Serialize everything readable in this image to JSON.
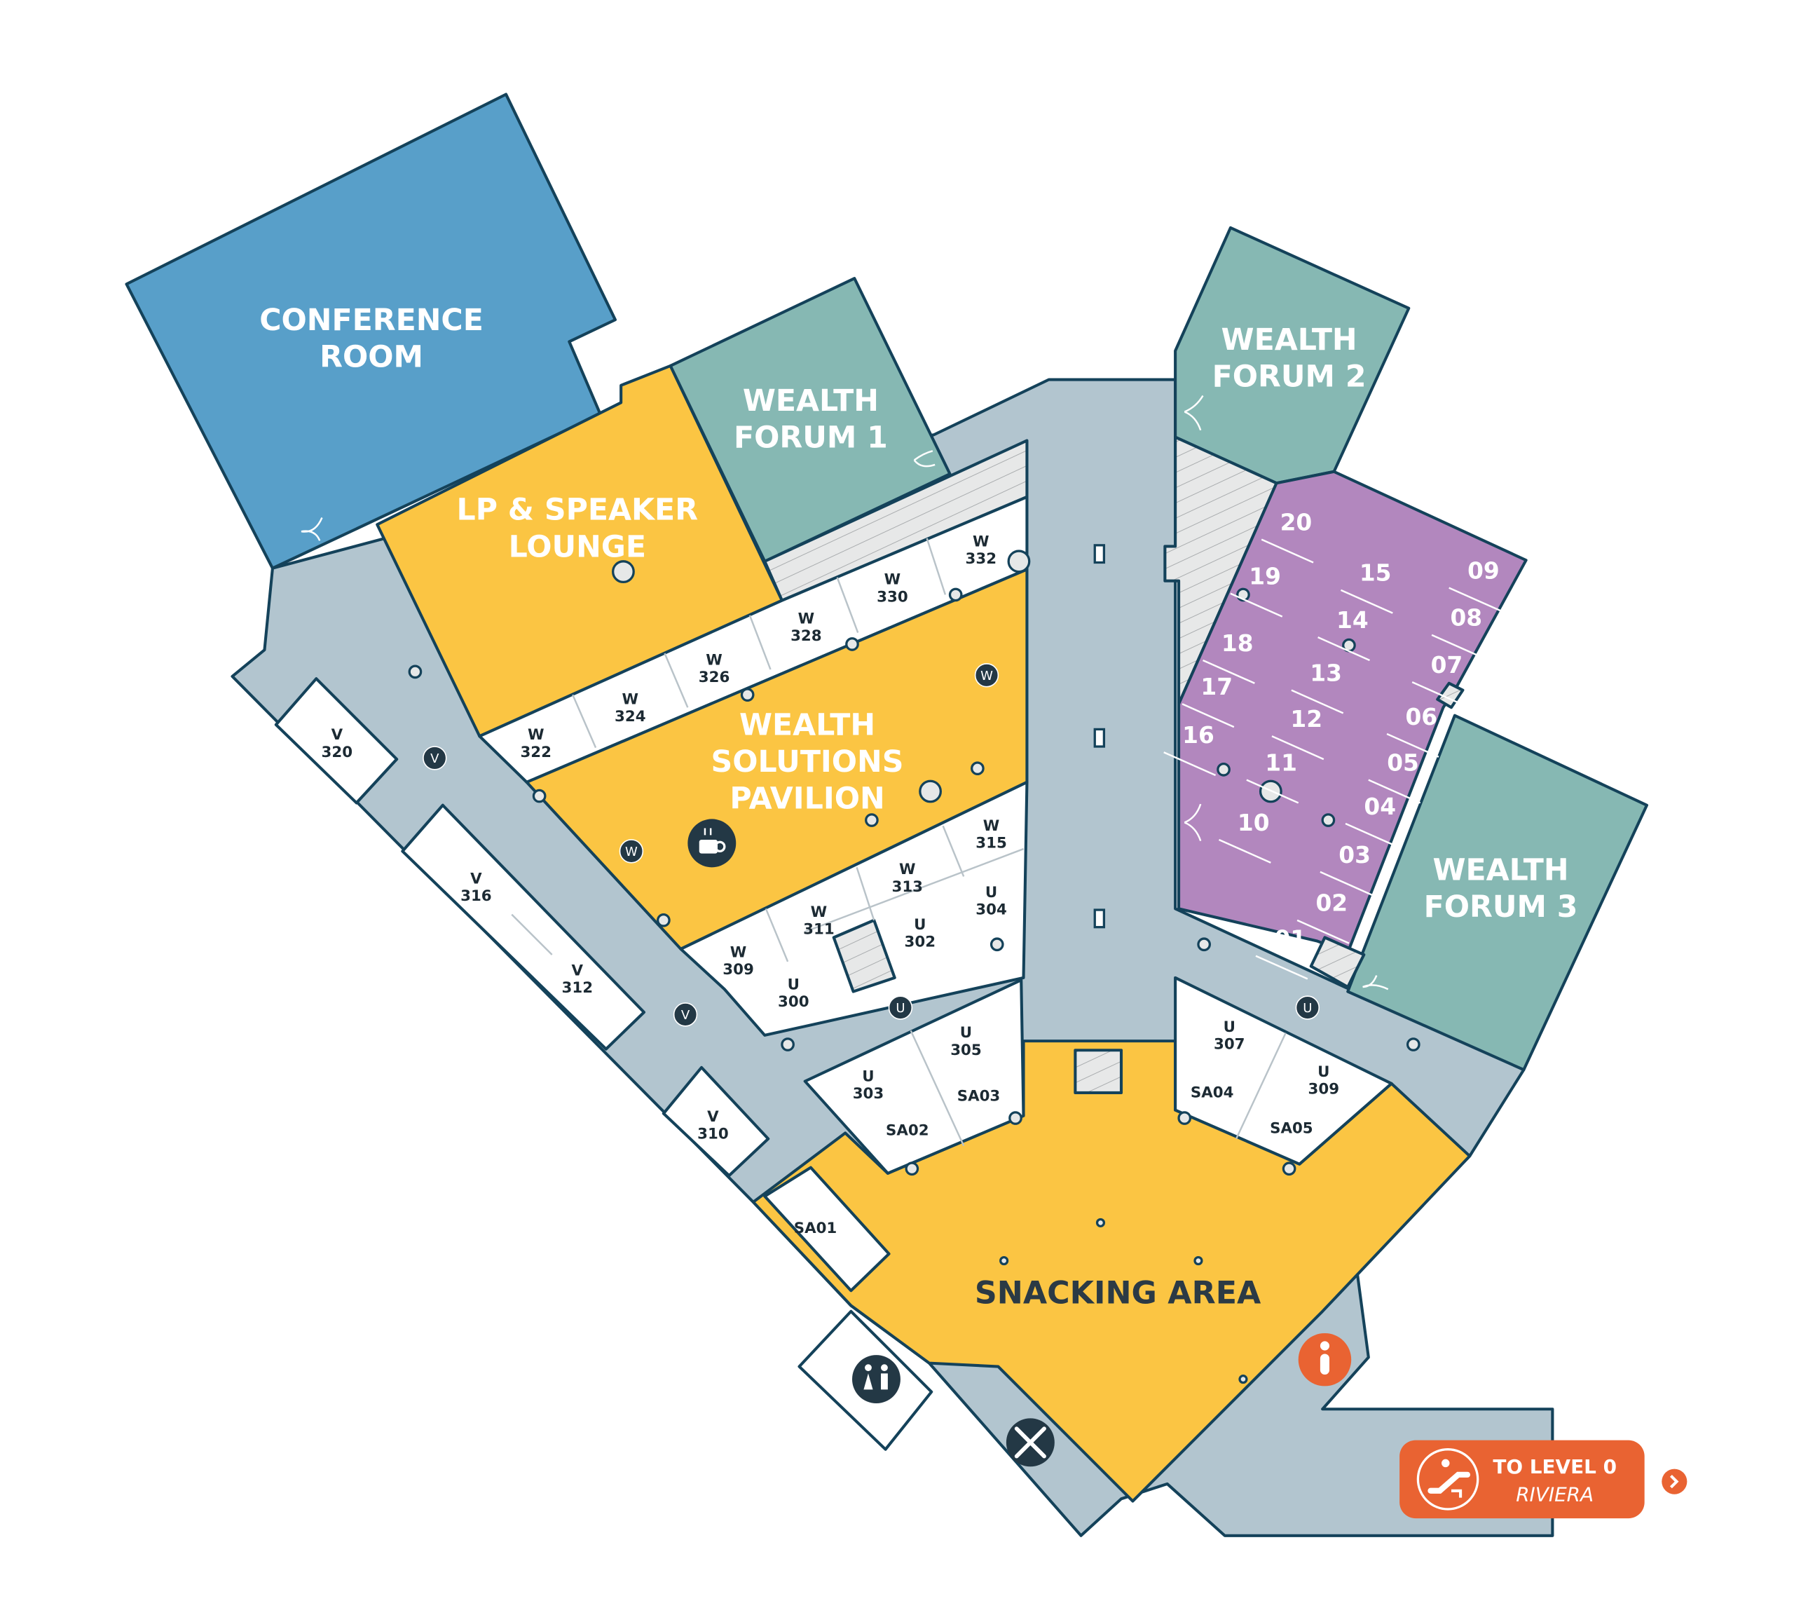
{
  "colors": {
    "conference": "#589fc9",
    "forum": "#86b8b3",
    "yellow": "#fbc543",
    "purple": "#b287be",
    "corridor": "#b2c5cf",
    "outline": "#14425a",
    "accent": "#e96332"
  },
  "rooms": {
    "conference": [
      "CONFERENCE",
      "ROOM"
    ],
    "lp_lounge": [
      "LP & SPEAKER",
      "LOUNGE"
    ],
    "forum1": [
      "WEALTH",
      "FORUM 1"
    ],
    "forum2": [
      "WEALTH",
      "FORUM 2"
    ],
    "forum3": [
      "WEALTH",
      "FORUM 3"
    ],
    "pavilion": [
      "WEALTH",
      "SOLUTIONS",
      "PAVILION"
    ],
    "snacking": "SNACKING AREA"
  },
  "booths": [
    {
      "id": "W322",
      "l1": "W",
      "l2": "322"
    },
    {
      "id": "W324",
      "l1": "W",
      "l2": "324"
    },
    {
      "id": "W326",
      "l1": "W",
      "l2": "326"
    },
    {
      "id": "W328",
      "l1": "W",
      "l2": "328"
    },
    {
      "id": "W330",
      "l1": "W",
      "l2": "330"
    },
    {
      "id": "W332",
      "l1": "W",
      "l2": "332"
    },
    {
      "id": "W315",
      "l1": "W",
      "l2": "315"
    },
    {
      "id": "W313",
      "l1": "W",
      "l2": "313"
    },
    {
      "id": "W311",
      "l1": "W",
      "l2": "311"
    },
    {
      "id": "W309",
      "l1": "W",
      "l2": "309"
    },
    {
      "id": "U304",
      "l1": "U",
      "l2": "304"
    },
    {
      "id": "U302",
      "l1": "U",
      "l2": "302"
    },
    {
      "id": "U300",
      "l1": "U",
      "l2": "300"
    },
    {
      "id": "U305",
      "l1": "U",
      "l2": "305"
    },
    {
      "id": "U303",
      "l1": "U",
      "l2": "303"
    },
    {
      "id": "U307",
      "l1": "U",
      "l2": "307"
    },
    {
      "id": "U309",
      "l1": "U",
      "l2": "309"
    },
    {
      "id": "V320",
      "l1": "V",
      "l2": "320"
    },
    {
      "id": "V316",
      "l1": "V",
      "l2": "316"
    },
    {
      "id": "V312",
      "l1": "V",
      "l2": "312"
    },
    {
      "id": "V310",
      "l1": "V",
      "l2": "310"
    },
    {
      "id": "SA01",
      "l1": "SA01",
      "l2": ""
    },
    {
      "id": "SA02",
      "l1": "SA02",
      "l2": ""
    },
    {
      "id": "SA03",
      "l1": "SA03",
      "l2": ""
    },
    {
      "id": "SA04",
      "l1": "SA04",
      "l2": ""
    },
    {
      "id": "SA05",
      "l1": "SA05",
      "l2": ""
    }
  ],
  "stands": [
    "01",
    "02",
    "03",
    "04",
    "05",
    "06",
    "07",
    "08",
    "09",
    "10",
    "11",
    "12",
    "13",
    "14",
    "15",
    "16",
    "17",
    "18",
    "19",
    "20"
  ],
  "markers": [
    {
      "id": "w1",
      "label": "W"
    },
    {
      "id": "w2",
      "label": "W"
    },
    {
      "id": "v1",
      "label": "V"
    },
    {
      "id": "v2",
      "label": "V"
    },
    {
      "id": "u1",
      "label": "U"
    },
    {
      "id": "u2",
      "label": "U"
    }
  ],
  "icons": [
    "coffee-icon",
    "restroom-icon",
    "restaurant-icon",
    "info-icon",
    "escalator-icon",
    "chevron-right-icon"
  ],
  "exit_button": {
    "line1": "TO LEVEL 0",
    "line2": "RIVIERA"
  }
}
